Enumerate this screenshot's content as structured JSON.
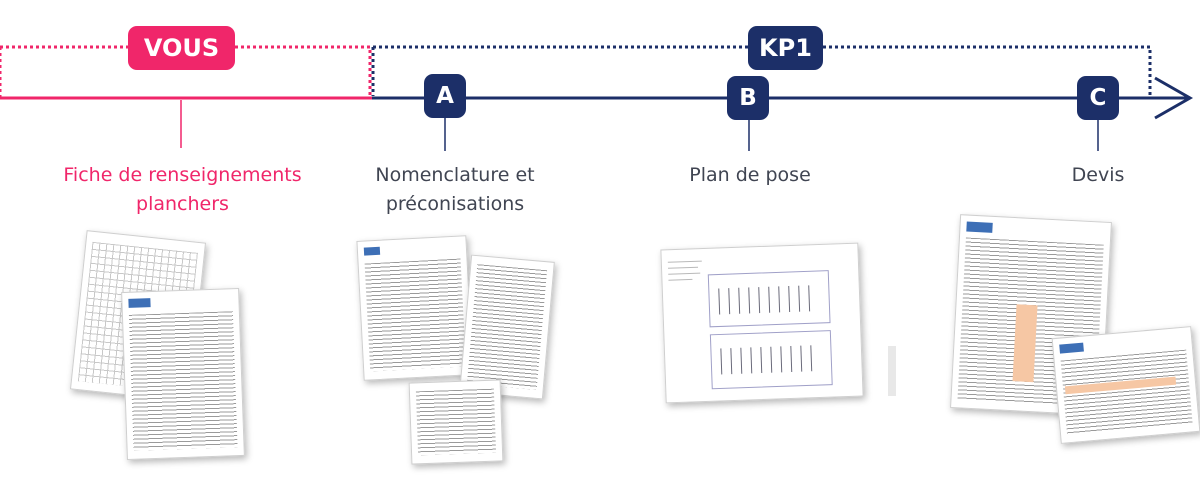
{
  "colors": {
    "pink": "#f0266a",
    "navy": "#1c2f68",
    "gray_text": "#404552"
  },
  "header": {
    "client_badge": "VOUS",
    "provider_badge": "KP1"
  },
  "steps": [
    {
      "letter": "A",
      "label": "Nomenclature et préconisations"
    },
    {
      "letter": "B",
      "label": "Plan de pose"
    },
    {
      "letter": "C",
      "label": "Devis"
    }
  ],
  "client_step": {
    "label": "Fiche de renseignements planchers"
  }
}
